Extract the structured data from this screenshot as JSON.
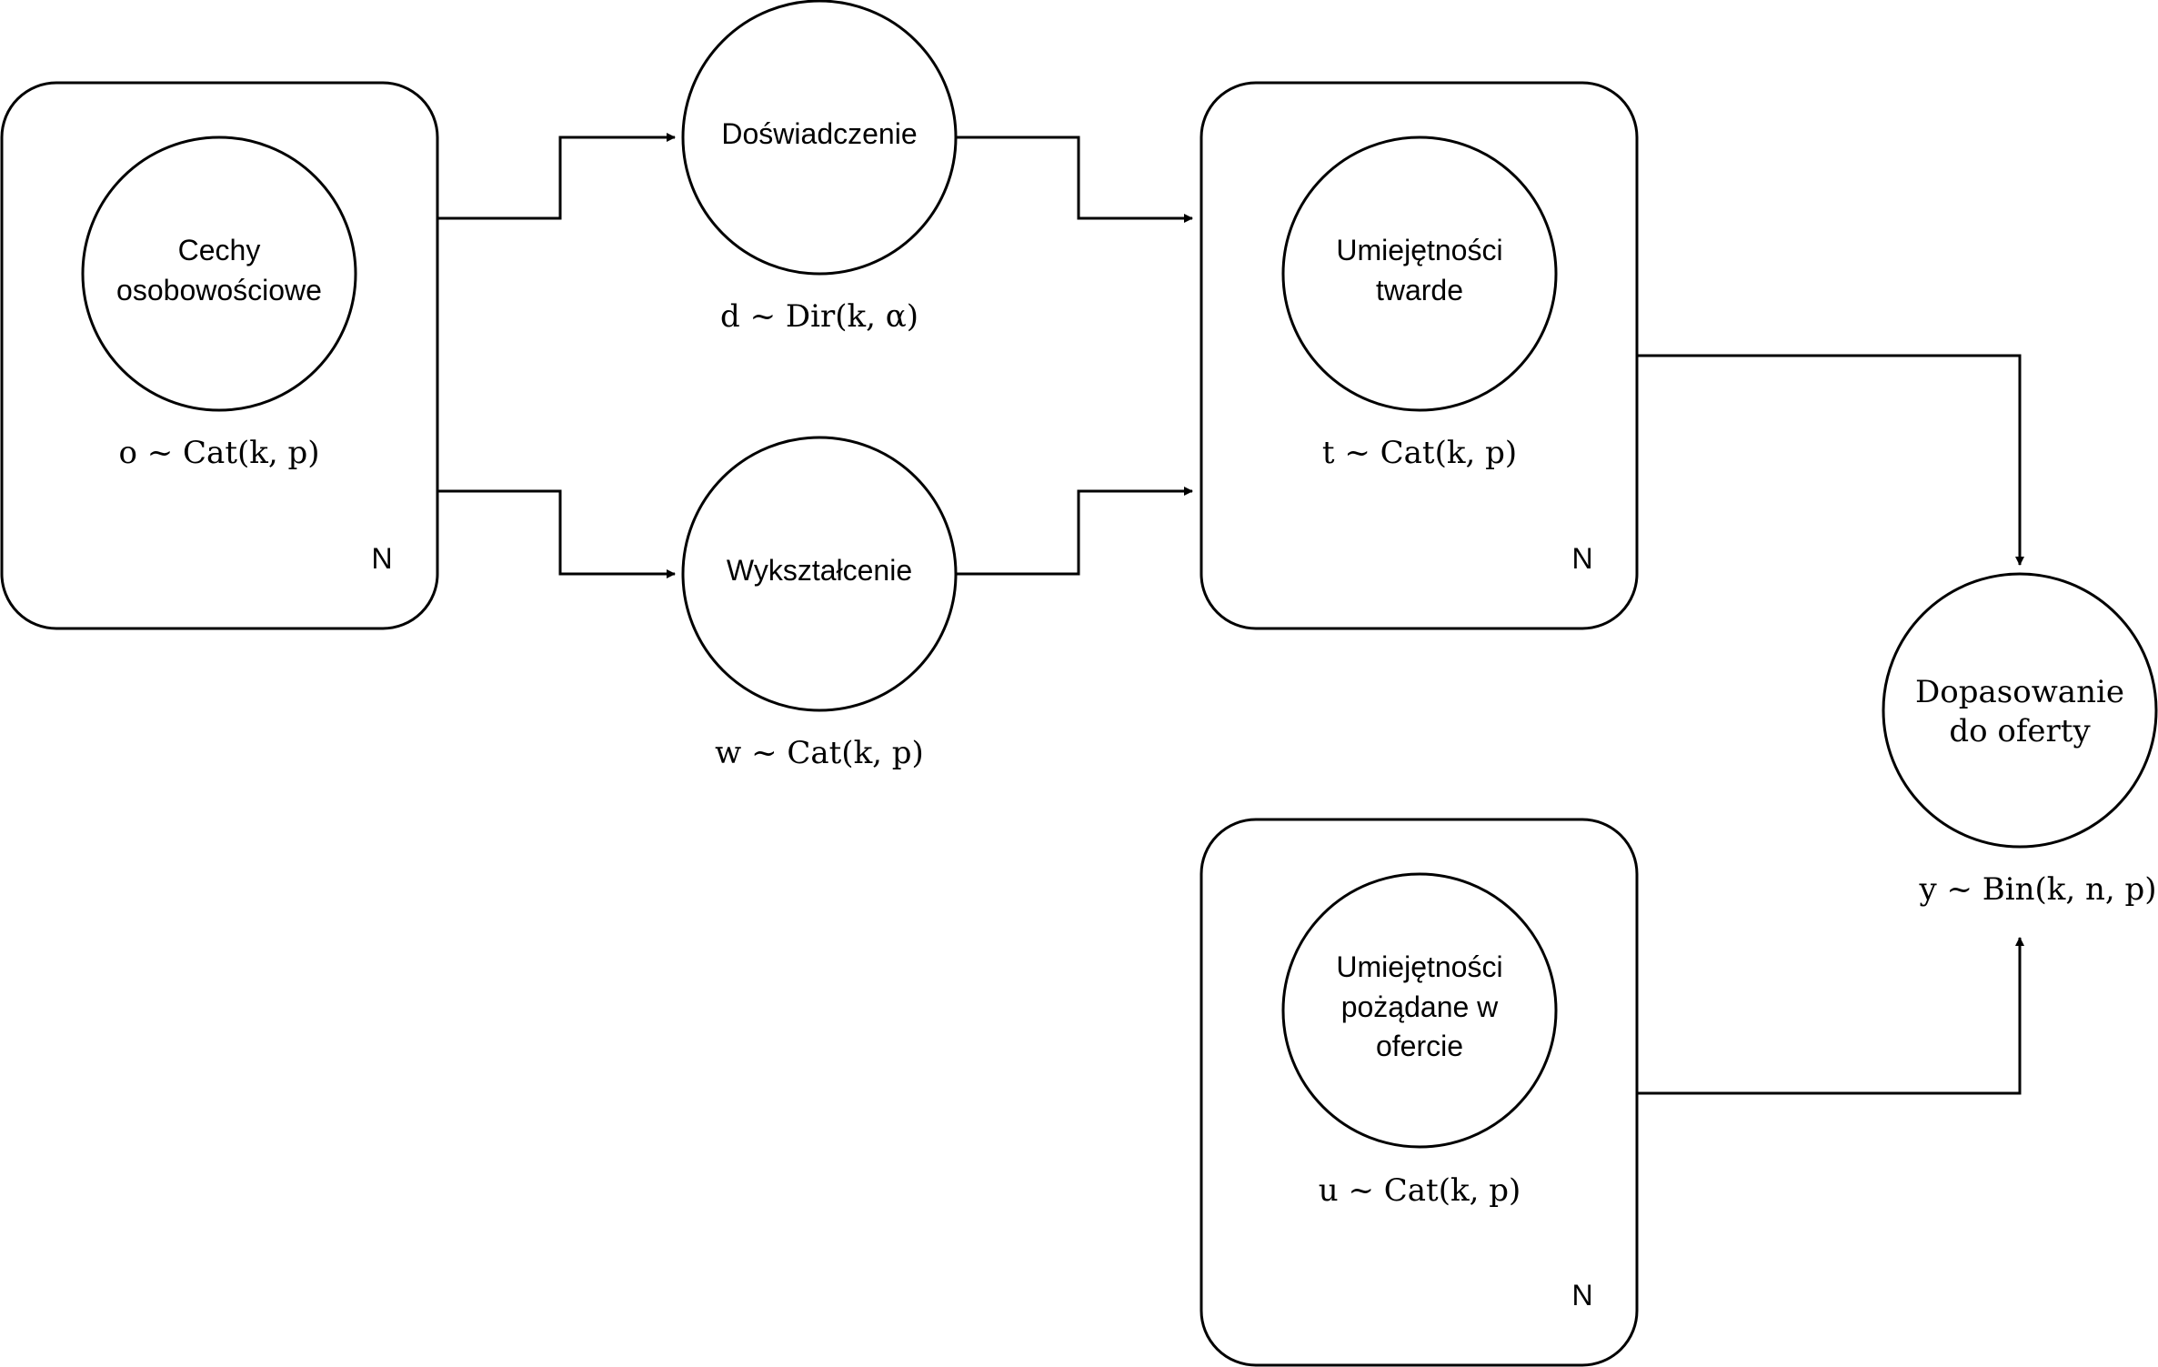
{
  "nodes": {
    "cechy": {
      "lines": [
        "Cechy",
        "osobowościowe"
      ],
      "formula": "o ~ Cat(k, p)"
    },
    "doswiadczenie": {
      "lines": [
        "Doświadczenie"
      ],
      "formula": "d ~ Dir(k, α)"
    },
    "wyksztalcenie": {
      "lines": [
        "Wykształcenie"
      ],
      "formula": "w ~ Cat(k, p)"
    },
    "umiejetnosci_twarde": {
      "lines": [
        "Umiejętności",
        "twarde"
      ],
      "formula": "t ~ Cat(k, p)"
    },
    "umiejetnosci_pozadane": {
      "lines": [
        "Umiejętności",
        "pożądane w",
        "ofercie"
      ],
      "formula": "u ~ Cat(k, p)"
    },
    "dopasowanie": {
      "lines": [
        "Dopasowanie",
        "do oferty"
      ],
      "formula": "y ~ Bin(k, n, p)"
    }
  },
  "plates": {
    "cechy": {
      "label": "N"
    },
    "twarde": {
      "label": "N"
    },
    "pozadane": {
      "label": "N"
    }
  }
}
